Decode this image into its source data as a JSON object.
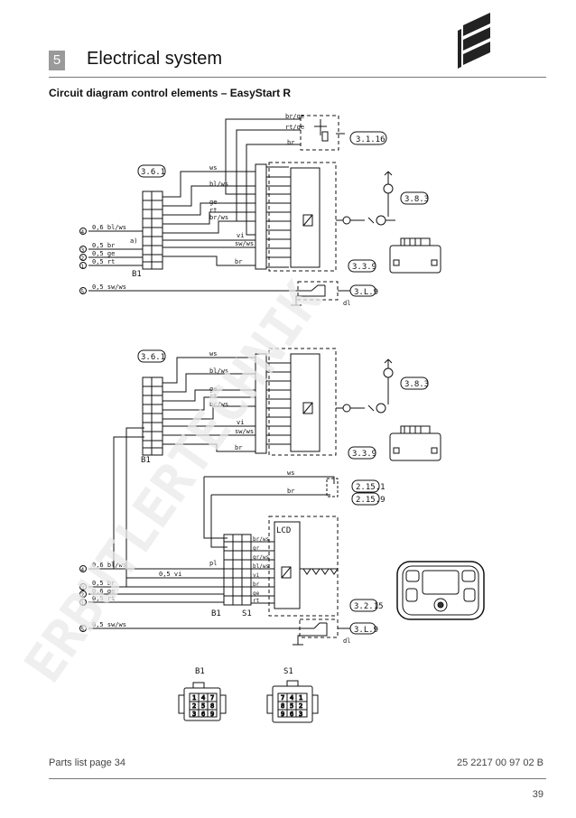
{
  "header": {
    "section_number": "5",
    "section_title": "Electrical system"
  },
  "subtitle": "Circuit diagram control elements – EasyStart R",
  "watermark": "ERBUTLERTECHNIK",
  "footer": {
    "left": "Parts list page 34",
    "right": "25 2217 00 97 02 B",
    "page": "39"
  },
  "diagram_top": {
    "refs": [
      "3.1.16",
      "3.6.1",
      "3.8.3",
      "3.3.9",
      "3.L.9"
    ],
    "wire_labels": [
      "br/ge",
      "rt/ge",
      "br",
      "ws",
      "bl/ws",
      "ge",
      "rt",
      "br/ws",
      "vi",
      "sw/ws",
      "br"
    ],
    "left_labels": [
      "0,6 bl/ws",
      "0,5 br",
      "0,5 ge",
      "0,5 rt",
      "0,5 sw/ws"
    ],
    "left_markers": [
      "4",
      "3",
      "2",
      "1",
      "5"
    ],
    "connector": "B1",
    "sub": "a)",
    "dl": "dl"
  },
  "diagram_bottom": {
    "refs": [
      "3.6.1",
      "3.8.3",
      "3.3.9",
      "2.15.1",
      "2.15.9",
      "3.2.15",
      "3.L.9"
    ],
    "wire_labels": [
      "ws",
      "bl/ws",
      "ge",
      "rt",
      "br/ws",
      "vi",
      "sw/ws",
      "br",
      "ws",
      "br"
    ],
    "s1_labels": [
      "br/ws",
      "gr",
      "gr/ws",
      "bl/ws",
      "vi",
      "br",
      "ge",
      "rt"
    ],
    "left_labels": [
      "0,6 bl/ws",
      "0,5 vi",
      "0,5 br",
      "0,6 ge",
      "0,5 rt",
      "0,5 sw/ws"
    ],
    "left_markers": [
      "4",
      "3",
      "2",
      "1",
      "5"
    ],
    "lcd": "LCD",
    "connector_b": "B1",
    "connector_s": "S1",
    "dl": "dl",
    "pl": "pl"
  },
  "connector_views": {
    "b1_label": "B1",
    "s1_label": "S1",
    "b1_pins": [
      "1",
      "4",
      "7",
      "2",
      "5",
      "8",
      "3",
      "6",
      "9"
    ],
    "s1_pins": [
      "7",
      "4",
      "1",
      "8",
      "5",
      "2",
      "9",
      "6",
      "3"
    ]
  }
}
